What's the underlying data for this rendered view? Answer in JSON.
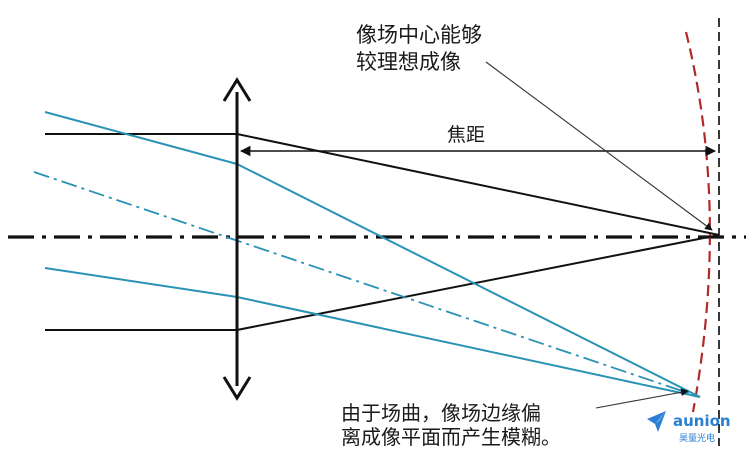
{
  "annotations": {
    "center_line1": "像场中心能够",
    "center_line2": "较理想成像",
    "focal_length": "焦距",
    "edge_line1": "由于场曲，像场边缘偏",
    "edge_line2": "离成像平面而产生模糊。"
  },
  "watermark": {
    "brand_en": "aunion",
    "brand_cn": "昊量光电"
  },
  "colors": {
    "axis": "#111111",
    "black_ray": "#111111",
    "blue_ray": "#2a92b4",
    "field_curve": "#b02a2a",
    "image_plane": "#222222",
    "brand": "#2a7fd4"
  },
  "icons": {
    "lens": "double-arrow-lens-icon",
    "logo": "aunion-logo-icon"
  }
}
